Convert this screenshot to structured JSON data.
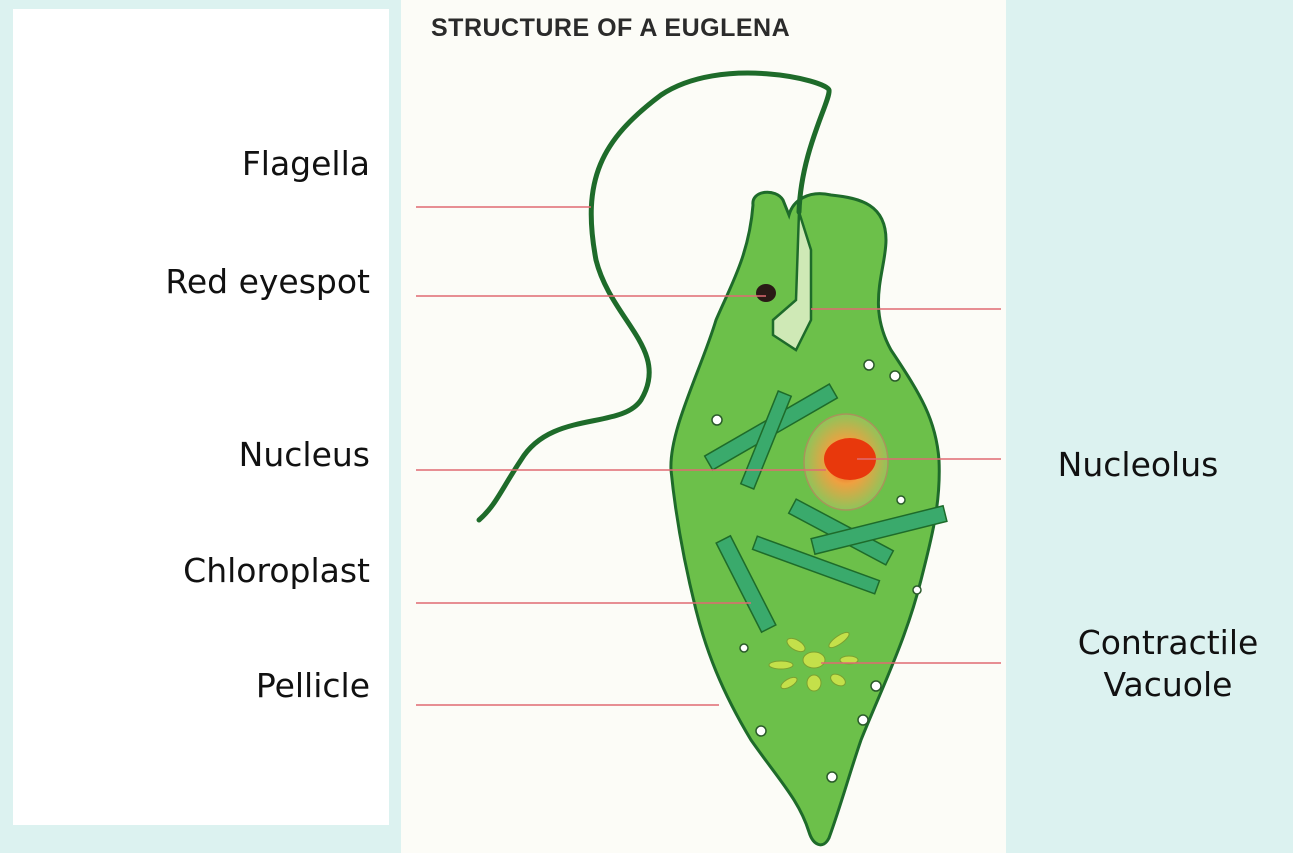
{
  "diagram": {
    "title": "STRUCTURE OF A EUGLENA",
    "labels_left": [
      "Flagella",
      "Red eyespot",
      "Nucleus",
      "Chloroplast",
      "Pellicle"
    ],
    "labels_right": [
      "Nucleolus",
      "Contractile",
      "Vacuole"
    ]
  },
  "colors": {
    "background": "#dcf2f0",
    "body_fill": "#6cc04a",
    "outline": "#1e6b2a",
    "chloroplast": "#3aaa6c",
    "nucleolus": "#e8380c",
    "leader_line": "#e06a72"
  }
}
